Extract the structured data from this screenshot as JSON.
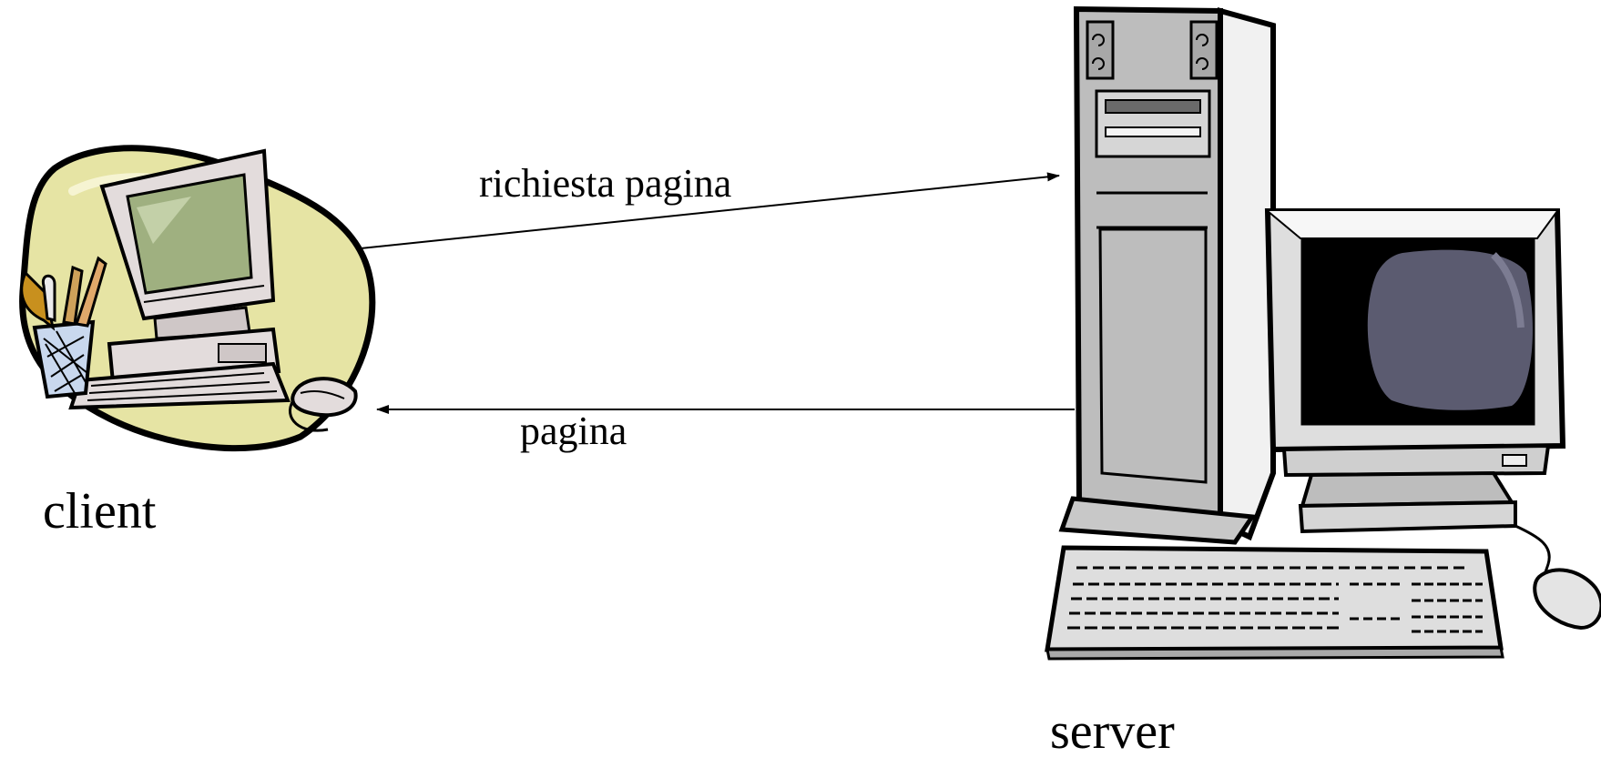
{
  "nodes": {
    "client": {
      "label": "client",
      "icon": "desktop-computer-clipart-icon"
    },
    "server": {
      "label": "server",
      "icon": "tower-server-computer-icon"
    }
  },
  "edges": [
    {
      "from": "client",
      "to": "server",
      "label": "richiesta pagina"
    },
    {
      "from": "server",
      "to": "client",
      "label": "pagina"
    }
  ],
  "colors": {
    "line": "#000000",
    "background": "#ffffff",
    "client_blob": "#e6e4a4",
    "client_screen": "#9fb080",
    "server_case": "#c8c8c8",
    "server_screen": "#5b5b70"
  }
}
